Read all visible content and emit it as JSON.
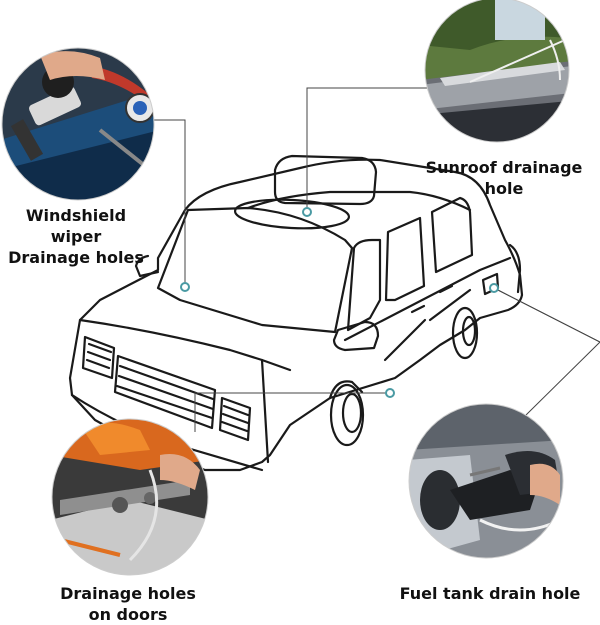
{
  "labels": {
    "wiper": {
      "line1": "Windshield wiper",
      "line2": "Drainage holes"
    },
    "sunroof": {
      "line1": "Sunroof drainage",
      "line2": "hole"
    },
    "doors": {
      "line1": "Drainage holes",
      "line2": "on doors"
    },
    "fuel": {
      "line1": "Fuel tank drain hole"
    }
  },
  "photos": {
    "wiper": "windshield-wiper-drain-cleaning-photo",
    "sunroof": "sunroof-drain-photo",
    "doors": "door-drain-cleaning-photo",
    "fuel": "fuel-tank-drain-photo"
  },
  "colors": {
    "marker": "#4a9aa3",
    "leader": "#444444",
    "outline": "#1a1a1a"
  }
}
